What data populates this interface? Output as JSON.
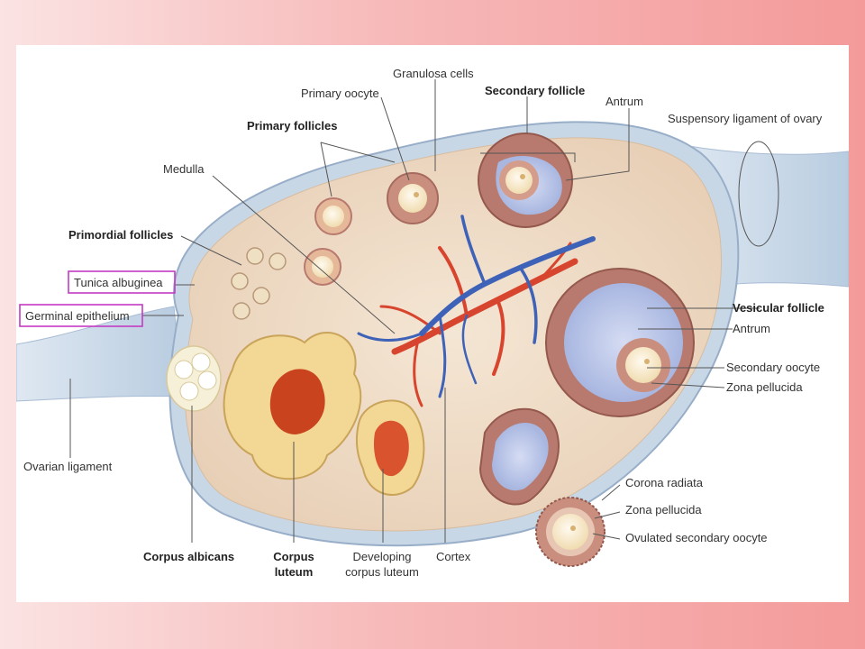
{
  "diagram": {
    "labels": {
      "granulosa_cells": "Granulosa cells",
      "primary_oocyte": "Primary oocyte",
      "secondary_follicle": "Secondary follicle",
      "antrum_top": "Antrum",
      "suspensory_ligament": "Suspensory ligament of ovary",
      "primary_follicles": "Primary follicles",
      "medulla": "Medulla",
      "primordial_follicles": "Primordial follicles",
      "tunica_albuginea": "Tunica albuginea",
      "germinal_epithelium": "Germinal epithelium",
      "vesicular_follicle": "Vesicular follicle",
      "antrum_right": "Antrum",
      "secondary_oocyte": "Secondary oocyte",
      "zona_pellucida_right": "Zona pellucida",
      "ovarian_ligament": "Ovarian ligament",
      "corona_radiata": "Corona radiata",
      "zona_pellucida_bottom": "Zona pellucida",
      "ovulated_secondary_oocyte": "Ovulated secondary oocyte",
      "corpus_albicans": "Corpus albicans",
      "corpus_luteum_1": "Corpus",
      "corpus_luteum_2": "luteum",
      "developing_corpus_luteum_1": "Developing",
      "developing_corpus_luteum_2": "corpus luteum",
      "cortex": "Cortex"
    },
    "colors": {
      "stroma": "#efdcc8",
      "capsule": "#b9cbe0",
      "follicle_wall": "#b87a6e",
      "oocyte": "#fbf1d6",
      "antrum_fluid": "#b7c3e6",
      "artery": "#d8452e",
      "vein": "#3e62b8",
      "corpus_luteum": "#f2d894",
      "corpus_core": "#c9431f",
      "highlight_box": "#c43bc4"
    }
  }
}
